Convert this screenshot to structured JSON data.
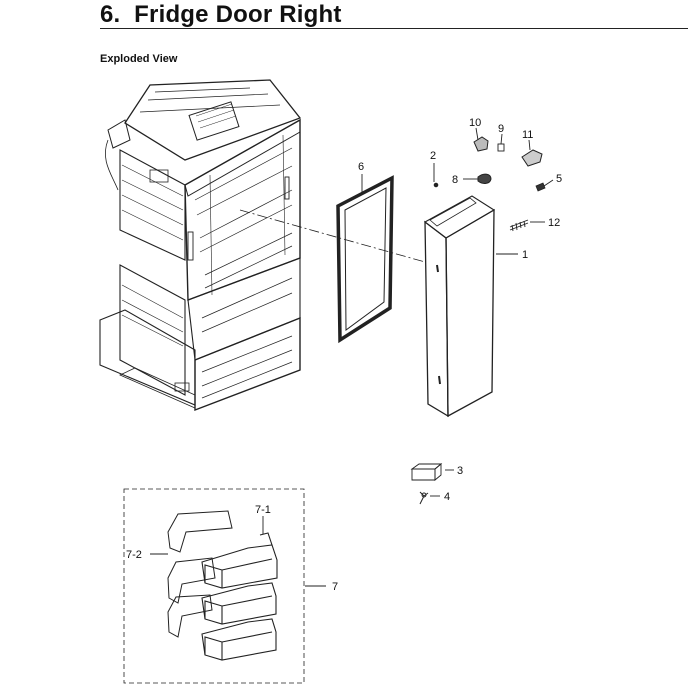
{
  "heading": {
    "number": "6.",
    "title": "Fridge Door Right"
  },
  "subheading": "Exploded View",
  "callouts": {
    "p1": "1",
    "p2": "2",
    "p3": "3",
    "p4": "4",
    "p5": "5",
    "p6": "6",
    "p7": "7",
    "p71": "7-1",
    "p72": "7-2",
    "p8": "8",
    "p9": "9",
    "p10": "10",
    "p11": "11",
    "p12": "12"
  }
}
